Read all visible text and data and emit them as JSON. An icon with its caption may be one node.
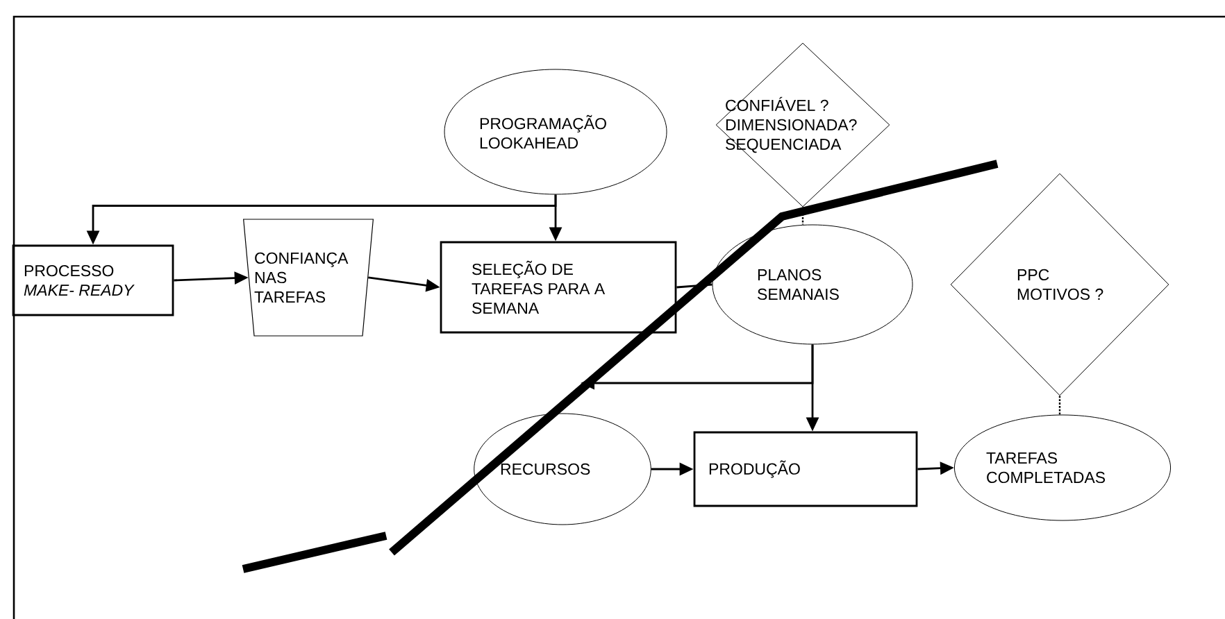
{
  "diagram": {
    "nodes": [
      {
        "text": [
          "PROCESSO *MAKE- READY*"
        ]
      },
      {
        "text": [
          "CONFIANÇA NAS TAREFAS"
        ]
      },
      {
        "text": [
          "PROGRAMAÇÃO LOOKAHEAD"
        ]
      },
      {
        "text": [
          "SELEÇÃO DE TAREFAS PARA A SEMANA"
        ]
      },
      {
        "text": [
          "CONFIÁVEL ? DIMENSIONADA? SEQUENCIADA"
        ]
      },
      {
        "text": [
          "PLANOS SEMANAIS"
        ]
      },
      {
        "text": [
          "PPC MOTIVOS ?"
        ]
      },
      {
        "text": [
          "RECURSOS"
        ]
      },
      {
        "text": [
          "PRODUÇÃO"
        ]
      },
      {
        "text": [
          "TAREFAS COMPLETADAS"
        ]
      }
    ],
    "edges": [
      {
        "from": 2,
        "to": 3,
        "arrow": "to"
      },
      {
        "from": 2,
        "to": 0,
        "arrow": "to"
      },
      {
        "from": 0,
        "to": 1,
        "arrow": "to"
      },
      {
        "from": 1,
        "to": 3,
        "arrow": "to"
      },
      {
        "from": 3,
        "to": 5,
        "arrow": "none"
      },
      {
        "from": 4,
        "to": 5,
        "arrow": "none",
        "style": "dashed"
      },
      {
        "from": 5,
        "to": 8,
        "arrow": "to"
      },
      {
        "from": 5,
        "to": null,
        "arrow": "to"
      },
      {
        "from": 7,
        "to": 8,
        "arrow": "to"
      },
      {
        "from": 8,
        "to": 9,
        "arrow": "to"
      },
      {
        "from": 6,
        "to": 9,
        "arrow": "none",
        "style": "dashed"
      }
    ]
  }
}
